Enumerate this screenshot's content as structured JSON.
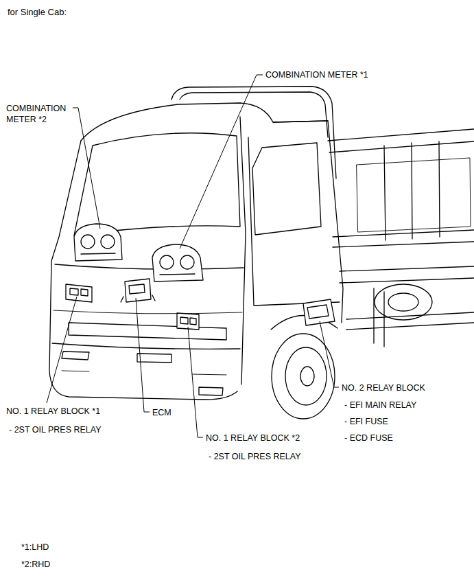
{
  "diagram": {
    "title": "for Single Cab:",
    "labels": [
      "COMBINATION METER *2",
      "COMBINATION METER *1",
      "NO. 1 RELAY BLOCK *1",
      "- 2ST OIL PRES RELAY",
      "ECM",
      "NO. 1 RELAY BLOCK *2",
      "- 2ST OIL PRES RELAY",
      "NO. 2 RELAY BLOCK",
      "- EFI MAIN RELAY",
      "- EFI FUSE",
      "- ECD FUSE",
      "*1:LHD",
      "*2:RHD"
    ]
  }
}
